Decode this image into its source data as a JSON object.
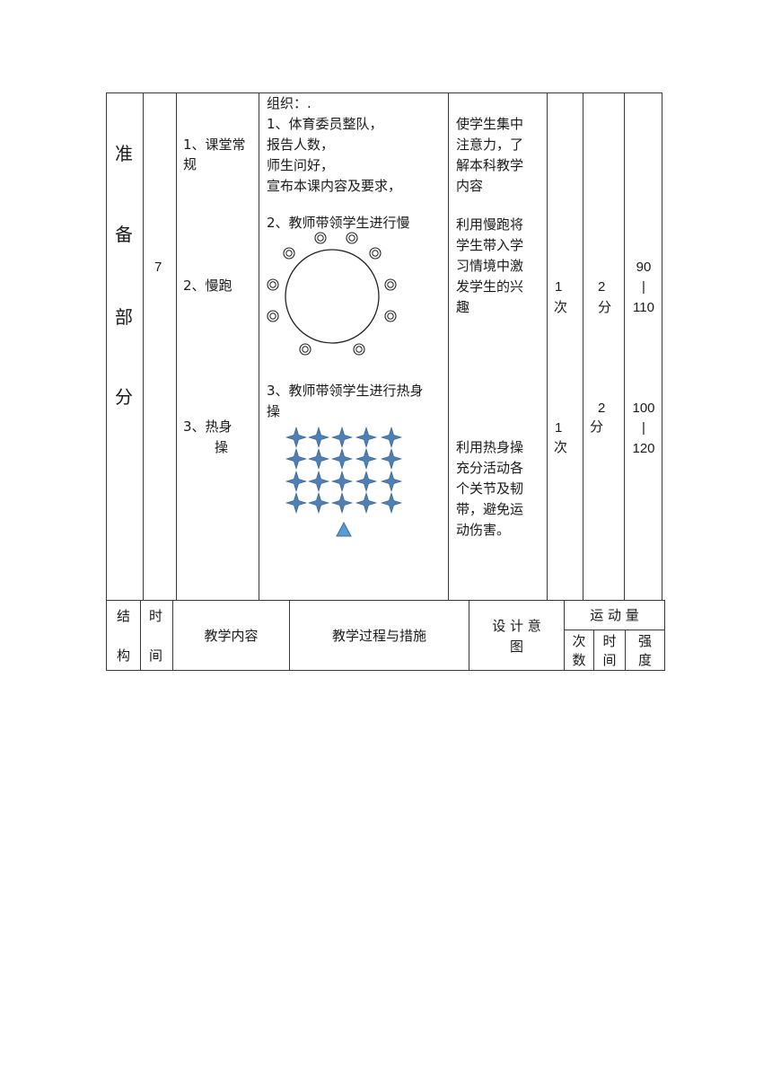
{
  "lesson_section": {
    "section_chars": [
      "准",
      "备",
      "部",
      "分"
    ],
    "time_minutes": "7",
    "rows": [
      {
        "content_label": "1、课堂常规",
        "content_lines": [
          "1、课堂常",
          "规"
        ],
        "process_lines": [
          "组织：.",
          "1、体育委员整队，",
          "报告人数，",
          "师生问好，",
          "宣布本课内容及要求，"
        ],
        "design_lines": [
          "使学生集中",
          "注意力，了",
          "解本科教学",
          "内容"
        ]
      },
      {
        "content_label": "2、慢跑",
        "content_lines": [
          "2、慢跑"
        ],
        "process_lines": [
          "2、教师带领学生进行慢"
        ],
        "design_lines": [
          "利用慢跑将",
          "学生带入学",
          "习情境中激",
          "发学生的兴",
          "趣"
        ],
        "count_lines": [
          "1",
          "次"
        ],
        "duration_lines": [
          "2",
          "分"
        ],
        "intensity_lines": [
          "90",
          "|",
          "110"
        ]
      },
      {
        "content_label": "3、热身操",
        "content_lines": [
          "3、热身",
          "操"
        ],
        "process_lines": [
          "3、教师带领学生进行热身",
          "操"
        ],
        "design_lines": [
          "利用热身操",
          "充分活动各",
          "个关节及韧",
          "带，避免运",
          "动伤害。"
        ],
        "count_lines": [
          "1",
          "次"
        ],
        "duration_lines": [
          "2",
          "分"
        ],
        "intensity_lines": [
          "100",
          "|",
          "120"
        ]
      }
    ],
    "jog_formation": {
      "student_marker": "◎",
      "marker_count": 10
    },
    "warmup_formation": {
      "rows": 4,
      "cols": 5,
      "star_color": "#4f7fb3",
      "teacher_color": "#5b9bd5"
    }
  },
  "header_row": {
    "structure": [
      "结",
      "构"
    ],
    "time": [
      "时",
      "间"
    ],
    "teaching_content": "教学内容",
    "teaching_process": "教学过程与措施",
    "design_intent": [
      "设 计 意",
      "图"
    ],
    "exercise_load": "运 动 量",
    "load_sub": [
      [
        "次",
        "数"
      ],
      [
        "时",
        "间"
      ],
      [
        "强",
        "度"
      ]
    ]
  }
}
